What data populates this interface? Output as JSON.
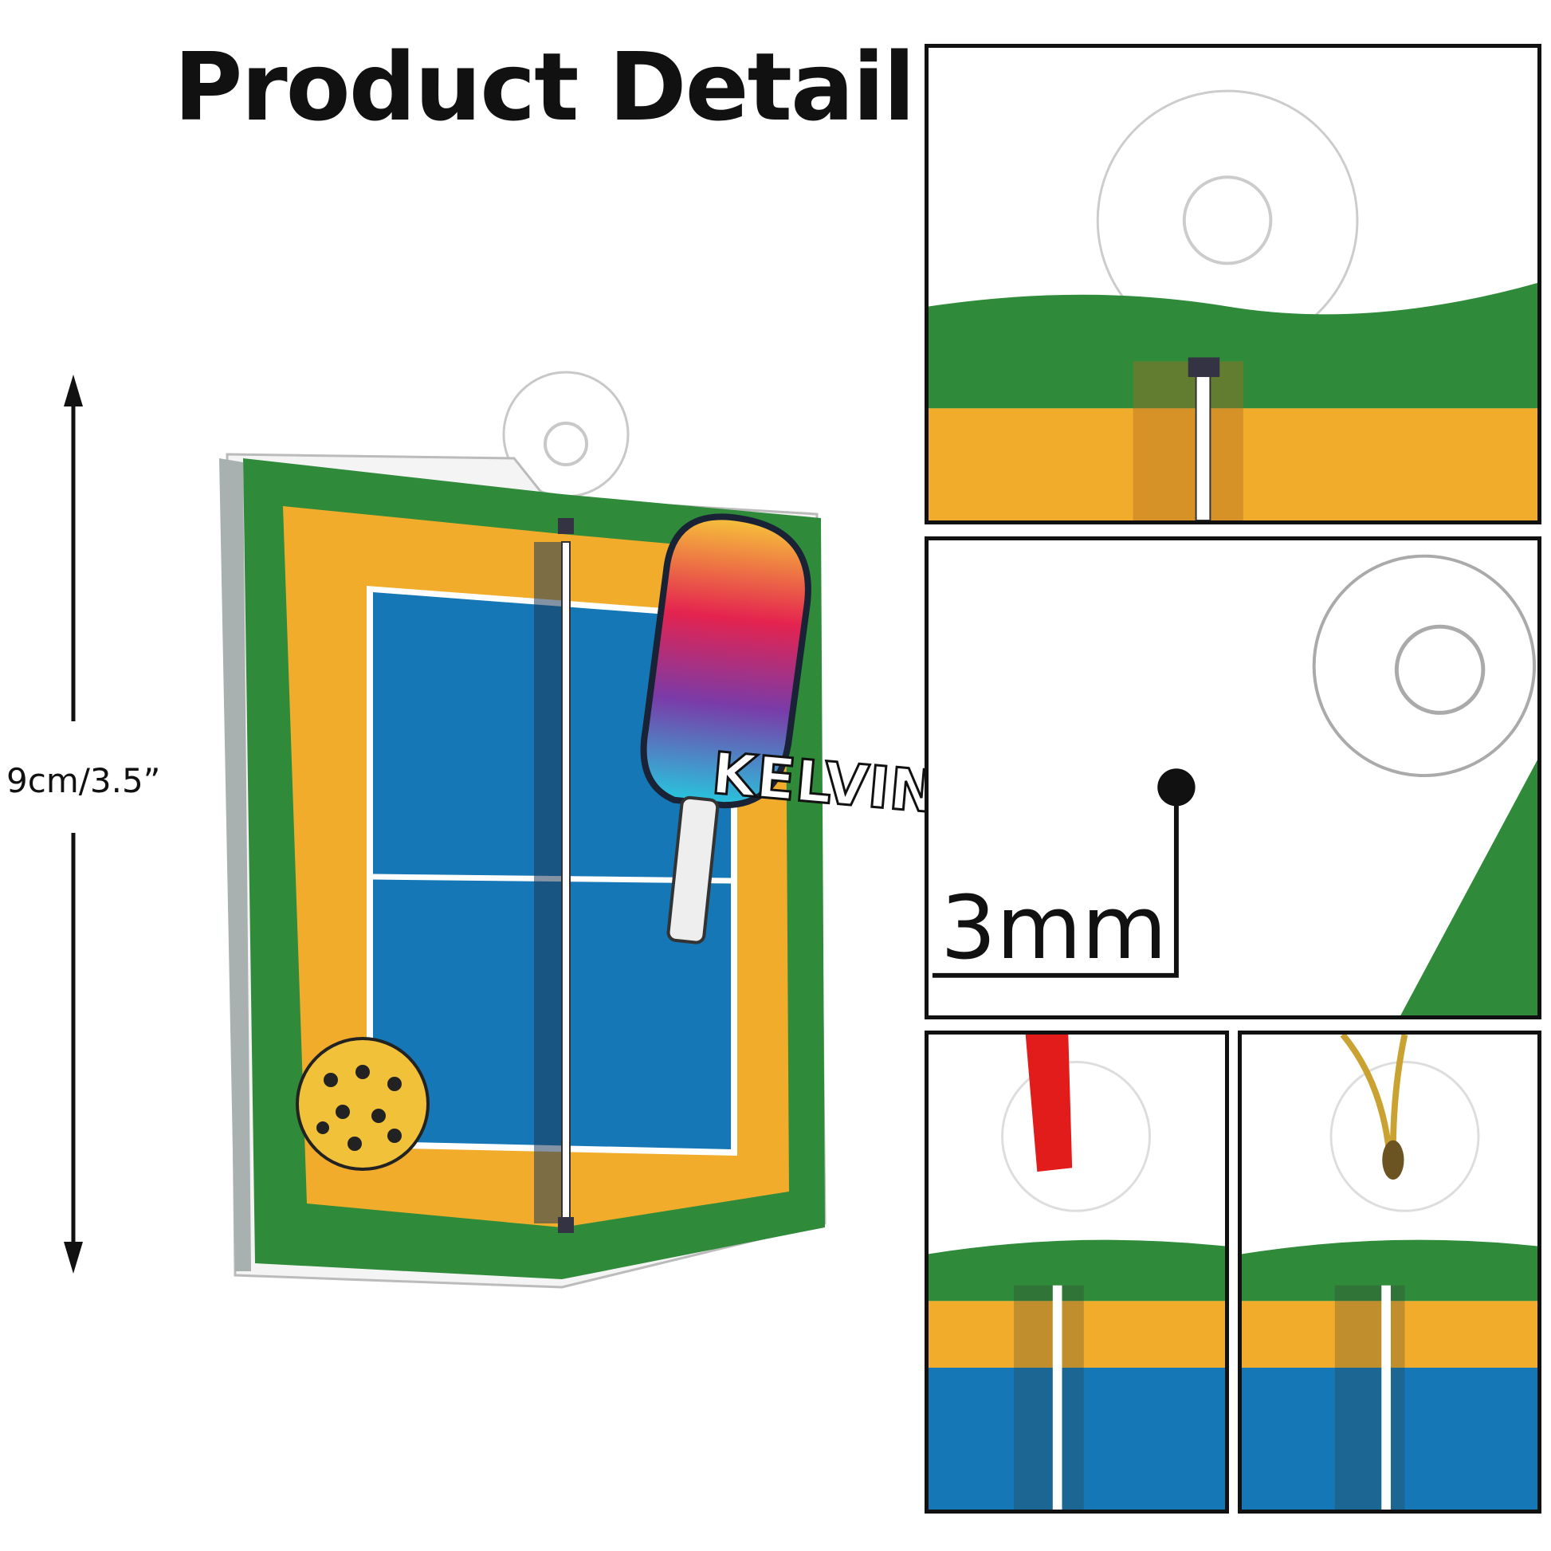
{
  "title": "Product Detail",
  "dimension_label": "9cm/3.5”",
  "ornament": {
    "name_text": "KELVIN"
  },
  "thickness_label": "3mm",
  "colors": {
    "court_blue": "#1577b5",
    "sand": "#f1ac2c",
    "hedge": "#2f8a3a",
    "ribbon_red": "#e21b1b",
    "cord_gold": "#c9a232"
  }
}
